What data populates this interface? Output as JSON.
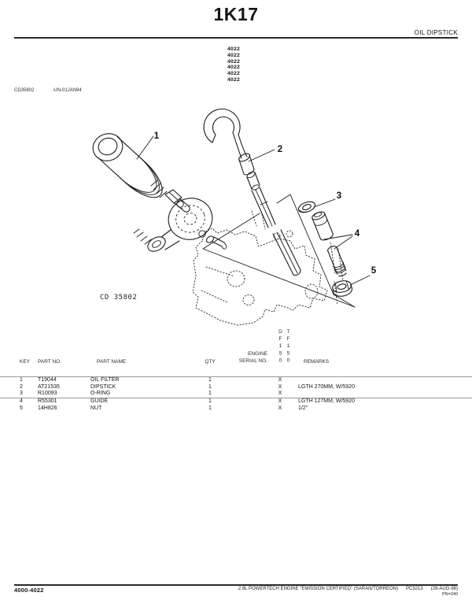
{
  "page": {
    "title": "1K17",
    "section": "OIL DIPSTICK"
  },
  "print_marks": {
    "page_codes": [
      "4022",
      "4022",
      "4022",
      "4022",
      "4022",
      "4022"
    ],
    "image_id": "CD35802",
    "image_rev": "-UN-01JAN94"
  },
  "diagram": {
    "caption": "CD 35802",
    "callouts": [
      "1",
      "2",
      "3",
      "4",
      "5"
    ]
  },
  "parts_table": {
    "headers": {
      "key": "KEY",
      "part_no": "PART NO.",
      "part_name": "PART NAME",
      "qty": "QTY",
      "engine_serial_line1": "ENGINE",
      "engine_serial_line2": "SERIAL NO.",
      "serial_col_1": "DF150",
      "serial_col_2": "TF150",
      "remarks": "REMARKS"
    },
    "rows": [
      {
        "key": "1",
        "part_no": "T19044",
        "part_name": "OIL FILTER",
        "qty": "1",
        "df150": "X",
        "tf150": "",
        "remarks": ""
      },
      {
        "key": "2",
        "part_no": "AT21535",
        "part_name": "DIPSTICK",
        "qty": "1",
        "df150": "X",
        "tf150": "",
        "remarks": "LGTH 270MM, W/5920"
      },
      {
        "key": "3",
        "part_no": "R10093",
        "part_name": "O-RING",
        "qty": "1",
        "df150": "X",
        "tf150": "",
        "remarks": ""
      },
      {
        "key": "4",
        "part_no": "R55301",
        "part_name": "GUIDE",
        "qty": "1",
        "df150": "X",
        "tf150": "",
        "remarks": "LGTH 127MM, W/5920"
      },
      {
        "key": "5",
        "part_no": "14H826",
        "part_name": "NUT",
        "qty": "1",
        "df150": "X",
        "tf150": "",
        "remarks": "1/2\""
      }
    ]
  },
  "footer": {
    "page_code": "4000-4022",
    "catalog_title": "2.9L POWERTECH ENGINE \"EMISSION CERTIFIED\" (SARAN/TORREON)",
    "catalog_no": "PC3213",
    "date": "(26-AUG-98)",
    "page_no": "PN=240"
  }
}
